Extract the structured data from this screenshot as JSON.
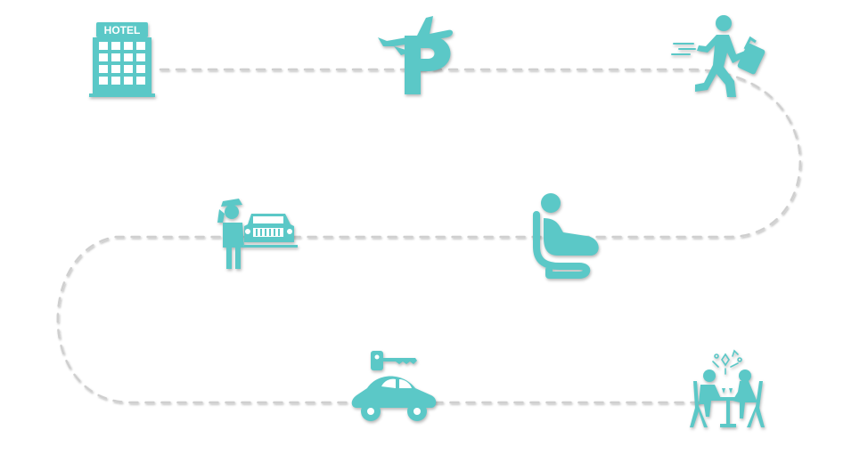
{
  "colors": {
    "accent": "#5bc8c7",
    "path": "#c9c9c9"
  },
  "steps": [
    {
      "id": "hotel",
      "icon": "hotel-building-icon",
      "label": "",
      "sign": "HOTEL"
    },
    {
      "id": "parking",
      "icon": "airport-parking-icon",
      "label": ""
    },
    {
      "id": "traveler",
      "icon": "running-traveler-icon",
      "label": ""
    },
    {
      "id": "lounge",
      "icon": "lounge-seat-icon",
      "label": ""
    },
    {
      "id": "chauffeur",
      "icon": "chauffeur-car-icon",
      "label": ""
    },
    {
      "id": "car-rental",
      "icon": "car-key-icon",
      "label": ""
    },
    {
      "id": "dining",
      "icon": "dining-couple-icon",
      "label": ""
    }
  ]
}
